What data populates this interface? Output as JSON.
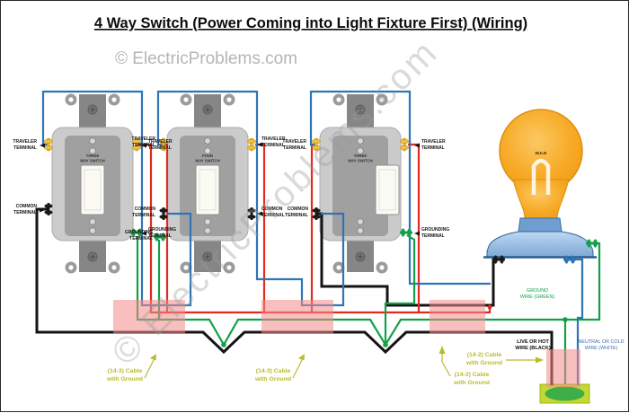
{
  "title": "4 Way Switch (Power Coming into Light Fixture First) (Wiring)",
  "watermark": "© ElectricProblems.com",
  "switches": [
    {
      "name_l1": "THREE",
      "name_l2": "WAY SWITCH"
    },
    {
      "name_l1": "FOUR",
      "name_l2": "WAY SWITCH"
    },
    {
      "name_l1": "THREE",
      "name_l2": "WAY SWITCH"
    }
  ],
  "terminal_labels": {
    "traveler": {
      "l1": "TRAVELER",
      "l2": "TERMINAL"
    },
    "common": {
      "l1": "COMMON",
      "l2": "TERMINAL"
    },
    "grounding": {
      "l1": "GROUNDING",
      "l2": "TERMINAL"
    }
  },
  "fixture": {
    "bulb_label": "BULB"
  },
  "wire_labels": {
    "ground": {
      "l1": "GROUND",
      "l2": "WIRE (GREEN)"
    },
    "live": {
      "l1": "LIVE OR HOT",
      "l2": "WIRE (BLACK)"
    },
    "neutral": {
      "l1": "NEUTRAL OR COLD",
      "l2": "WIRE (WHITE)"
    }
  },
  "cable_labels": {
    "c14_3": {
      "l1": "(14-3) Cable",
      "l2": "with Ground"
    },
    "c14_2": {
      "l1": "(14-2) Cable",
      "l2": "with Ground"
    }
  },
  "colors": {
    "wire_hot": "#141414",
    "wire_traveler": "#e02b20",
    "wire_neutral": "#2e75b6",
    "wire_ground": "#13a049",
    "cable_highlight": "#f48a8a",
    "label_cable": "#b9bb2a",
    "source_box": "#c3d832",
    "source_oval": "#3fae49",
    "bulb": "#f5a81c",
    "fixture_base": "#8fb8e2"
  }
}
